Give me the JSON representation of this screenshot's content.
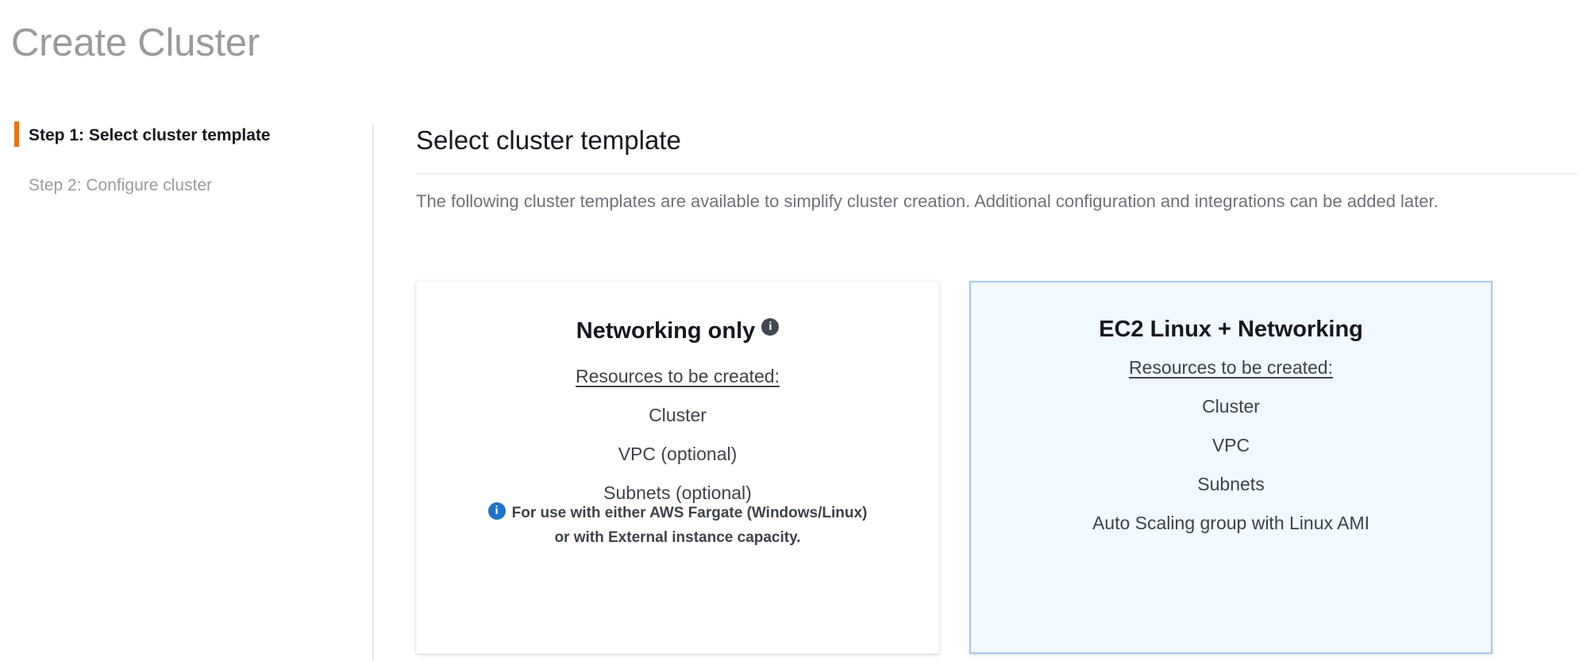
{
  "page": {
    "title": "Create Cluster"
  },
  "wizard": {
    "steps": [
      {
        "label": "Step 1: Select cluster template",
        "active": true
      },
      {
        "label": "Step 2: Configure cluster",
        "active": false
      }
    ]
  },
  "main": {
    "section_title": "Select cluster template",
    "description": "The following cluster templates are available to simplify cluster creation. Additional configuration and integrations can be added later."
  },
  "templates": [
    {
      "id": "networking-only",
      "title": "Networking only",
      "has_info_icon": true,
      "info_icon": "info-icon",
      "selected": false,
      "resources_heading": "Resources to be created:",
      "resources": [
        "Cluster",
        "VPC (optional)",
        "Subnets (optional)"
      ],
      "note_icon": "info-icon",
      "note_line_1": "For use with either AWS Fargate (Windows/Linux)",
      "note_line_2": "or with External instance capacity."
    },
    {
      "id": "ec2-linux-networking",
      "title": "EC2 Linux + Networking",
      "has_info_icon": false,
      "selected": true,
      "resources_heading": "Resources to be created:",
      "resources": [
        "Cluster",
        "VPC",
        "Subnets",
        "Auto Scaling group with Linux AMI"
      ]
    }
  ],
  "colors": {
    "accent_orange": "#ec7211",
    "selected_card_bg": "#f1f8fe",
    "selected_card_border": "#a5c9ea",
    "info_blue": "#1f73c4",
    "title_gray": "#9a9a9a",
    "text_dark": "#16191f",
    "text_body": "#3d4349",
    "text_muted": "#6d7278",
    "divider": "#eaeded"
  },
  "icons": {
    "info_glyph": "i"
  }
}
